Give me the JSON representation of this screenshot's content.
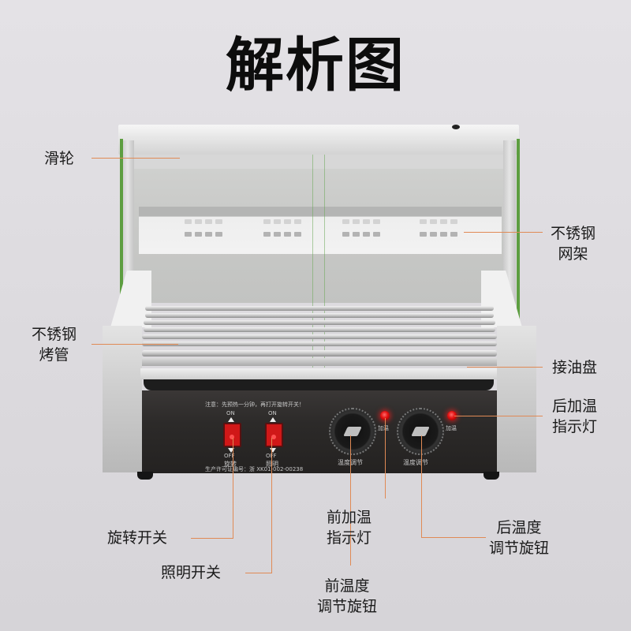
{
  "title": "解析图",
  "labels": {
    "pulley": "滑轮",
    "mesh_rack": [
      "不锈钢",
      "网架"
    ],
    "roller_tube": [
      "不锈钢",
      "烤管"
    ],
    "oil_tray": "接油盘",
    "rear_heat_indicator": [
      "后加温",
      "指示灯"
    ],
    "rotation_switch": "旋转开关",
    "lighting_switch": "照明开关",
    "front_heat_indicator": [
      "前加温",
      "指示灯"
    ],
    "rear_temp_knob": [
      "后温度",
      "调节旋钮"
    ],
    "front_temp_knob": [
      "前温度",
      "调节旋钮"
    ]
  },
  "panel": {
    "notice": "注意：先预热一分钟，再打开旋转开关！",
    "switches": [
      {
        "on": "ON",
        "off": "OFF",
        "name": "旋转"
      },
      {
        "on": "ON",
        "off": "OFF",
        "name": "照明"
      }
    ],
    "knobs": [
      {
        "caption": "温度调节"
      },
      {
        "caption": "温度调节"
      }
    ],
    "lamp_caption": "加温",
    "license": "生产许可证编号：浙 XK01-002-00238"
  },
  "colors": {
    "leader_line": "#e08a55",
    "glass_edge": "#5d9e40",
    "indicator_lamp": "#e21010",
    "switch": "#d01818",
    "panel": "#2c2a29"
  }
}
